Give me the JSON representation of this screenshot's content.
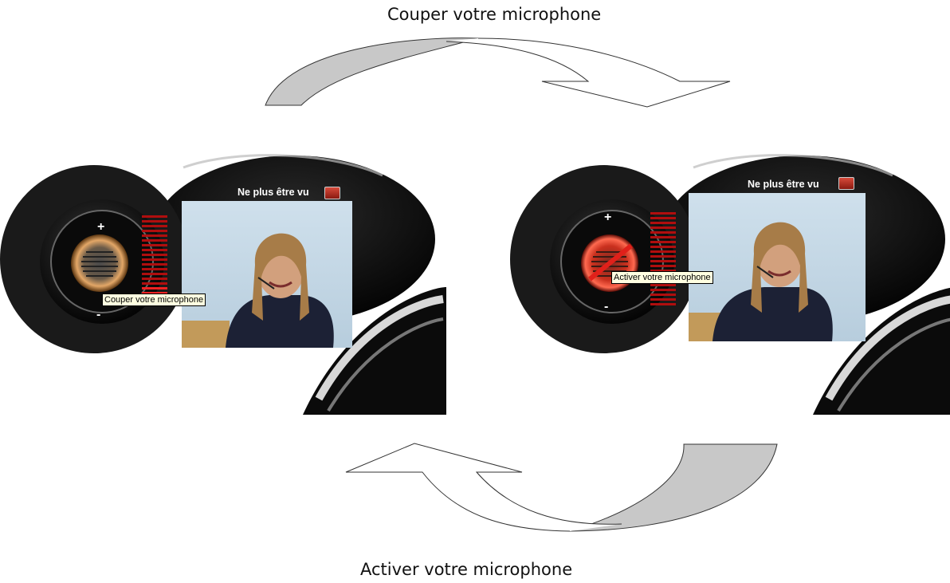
{
  "captions": {
    "top": "Couper votre microphone",
    "bottom": "Activer votre microphone"
  },
  "left_panel": {
    "header": "Ne plus être vu",
    "tooltip": "Couper votre microphone",
    "mic_state": "on",
    "plus_label": "+",
    "minus_label": "-"
  },
  "right_panel": {
    "header": "Ne plus être vu",
    "tooltip": "Activer votre microphone",
    "mic_state": "muted",
    "plus_label": "+",
    "minus_label": "-"
  },
  "colors": {
    "arrow_fill": "#c8c8c8",
    "mic_ring_on": "#c8884a",
    "mic_ring_muted": "#c8301c",
    "tooltip_bg": "#ffffe1"
  }
}
